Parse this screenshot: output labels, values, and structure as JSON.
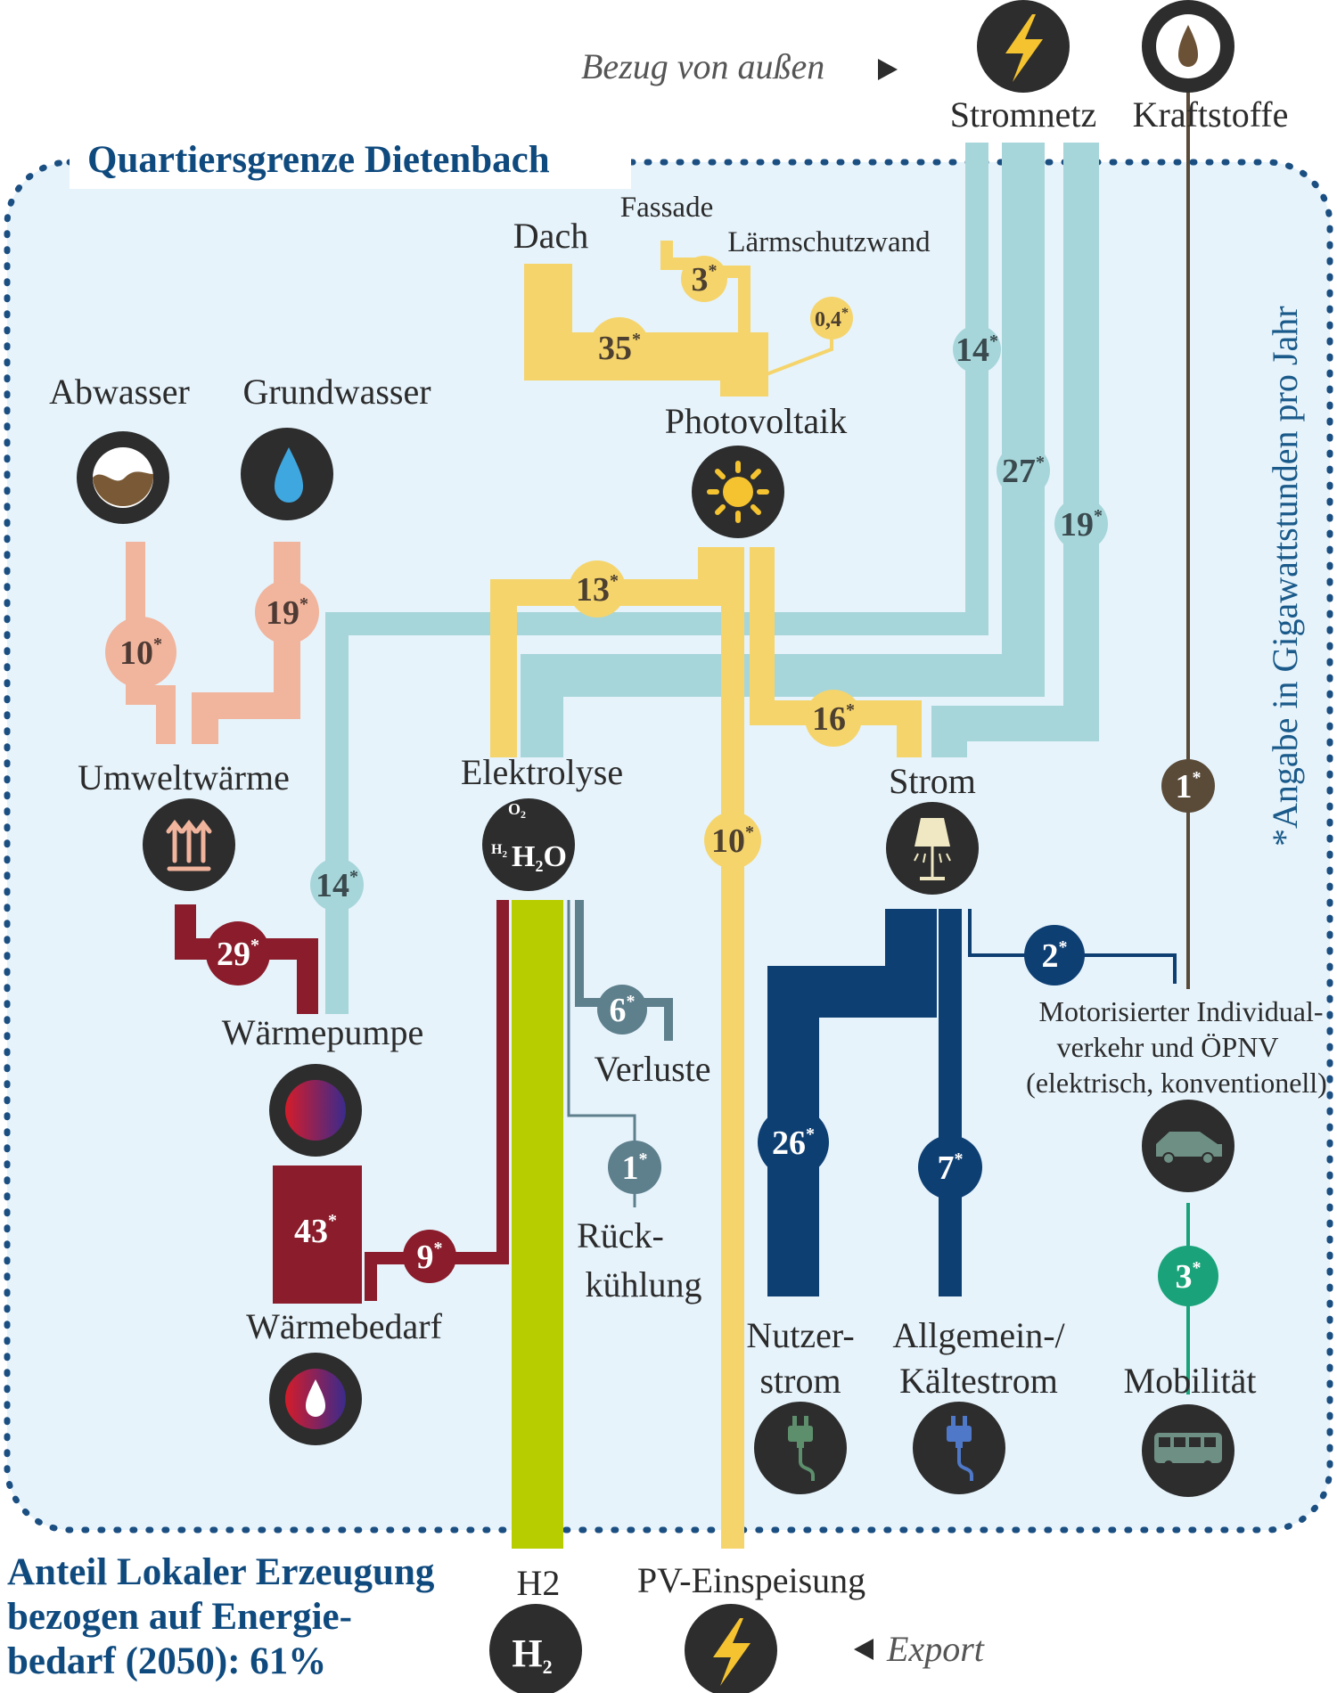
{
  "colors": {
    "boundary": "#1b4f82",
    "area_fill": "#e6f3fb",
    "grid_power": "#a6d6da",
    "pv": "#f5d46b",
    "heat_source": "#f1b49c",
    "heat": "#8a1c2b",
    "h2": "#b8cd00",
    "losses": "#5e7f8c",
    "electricity": "#0e3f73",
    "fuel": "#5a4a38",
    "mobility": "#1aa37a",
    "icon_dark": "#2d2d2d"
  },
  "header": {
    "import_label": "Bezug von außen",
    "boundary_title": "Quartiersgrenze Dietenbach",
    "unit_note": "*Angabe in Gigawattstunden pro Jahr"
  },
  "nodes": {
    "stromnetz": {
      "label": "Stromnetz",
      "icon": "lightning-icon"
    },
    "kraftstoffe": {
      "label": "Kraftstoffe",
      "icon": "fuel-drop-icon"
    },
    "dach": {
      "label": "Dach"
    },
    "fassade": {
      "label": "Fassade"
    },
    "laermschutzwand": {
      "label": "Lärmschutzwand"
    },
    "photovoltaik": {
      "label": "Photovoltaik",
      "icon": "sun-icon"
    },
    "abwasser": {
      "label": "Abwasser",
      "icon": "wastewater-icon"
    },
    "grundwasser": {
      "label": "Grundwasser",
      "icon": "water-drop-icon"
    },
    "umweltwaerme": {
      "label": "Umweltwärme",
      "icon": "heat-up-arrows-icon"
    },
    "elektrolyse": {
      "label": "Elektrolyse",
      "icon": "h2o-icon",
      "icon_o2": "O",
      "icon_o2_sub": "2",
      "icon_h2": "H",
      "icon_h2_sub": "2",
      "icon_h": "H",
      "icon_h_sub": "2",
      "icon_o": "O"
    },
    "strom": {
      "label": "Strom",
      "icon": "lamp-icon"
    },
    "waermepumpe": {
      "label": "Wärmepumpe",
      "icon": "heat-pump-icon"
    },
    "verluste": {
      "label": "Verluste"
    },
    "rueckkuehlung": {
      "label_1": "Rück-",
      "label_2": "kühlung"
    },
    "waermebedarf": {
      "label": "Wärmebedarf",
      "icon": "heat-drop-icon"
    },
    "miv": {
      "label_1": "Motorisierter Individual-",
      "label_2": "verkehr und ÖPNV",
      "label_3": "(elektrisch, konventionell)",
      "icon": "car-icon"
    },
    "nutzerstrom": {
      "label_1": "Nutzer-",
      "label_2": "strom",
      "icon": "plug-icon"
    },
    "allgemeinstrom": {
      "label_1": "Allgemein-/",
      "label_2": "Kältestrom",
      "icon": "plug-icon"
    },
    "mobilitaet": {
      "label": "Mobilität",
      "icon": "bus-icon"
    },
    "h2": {
      "label": "H2",
      "icon": "h2-icon",
      "icon_h": "H",
      "icon_sub": "2"
    },
    "pv_einspeisung": {
      "label": "PV-Einspeisung",
      "icon": "lightning-icon"
    }
  },
  "flows": {
    "grid_14": "14",
    "grid_27": "27",
    "grid_19": "19",
    "dach_35": "35",
    "fassade_3": "3",
    "laerm_04": "0,4",
    "pv_13": "13",
    "pv_16": "16",
    "pv_10": "10",
    "abwasser_10": "10",
    "grundwasser_19": "19",
    "hp_grid_14": "14",
    "hp_heat_29": "29",
    "heat_43": "43",
    "h2_heat_9": "9",
    "losses_6": "6",
    "cooling_1": "1",
    "fuel_1": "1",
    "miv_2": "2",
    "user_26": "26",
    "general_7": "7",
    "mobility_3": "3",
    "star": "*"
  },
  "footer": {
    "share_line_1": "Anteil Lokaler Erzeugung",
    "share_line_2": "bezogen auf Energie-",
    "share_line_3": "bedarf (2050): 61%",
    "export_label": "Export"
  }
}
